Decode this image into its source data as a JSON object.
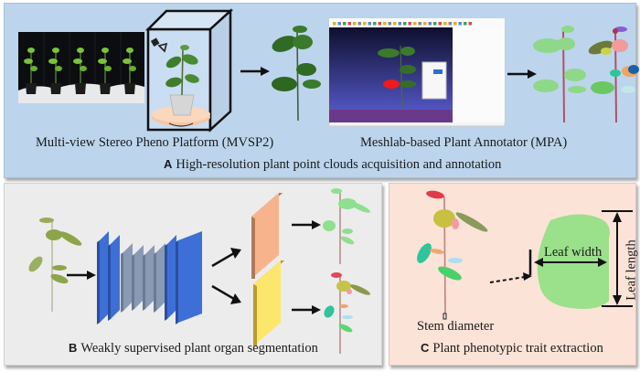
{
  "panels": {
    "a": {
      "letter": "A",
      "title": "High-resolution plant point clouds acquisition and annotation",
      "captions": {
        "mvsp": "Multi-view Stereo Pheno Platform (MVSP2)",
        "mpa": "Meshlab-based Plant Annotator (MPA)"
      }
    },
    "b": {
      "letter": "B",
      "title": "Weakly supervised plant organ segmentation"
    },
    "c": {
      "letter": "C",
      "title": "Plant phenotypic trait extraction",
      "labels": {
        "stem_diameter": "Stem diameter",
        "leaf_width": "Leaf width",
        "leaf_length": "Leaf length"
      }
    }
  },
  "colors": {
    "panel_a_bg": "#bcd5ec",
    "panel_b_bg": "#ececec",
    "panel_c_bg": "#fbe3d7",
    "network_blue": "#3d6fd6",
    "network_gray": "#8a9ab5",
    "output_orange": "#f9b48a",
    "output_yellow": "#fde46a",
    "leaf_green": "#9be08a"
  }
}
